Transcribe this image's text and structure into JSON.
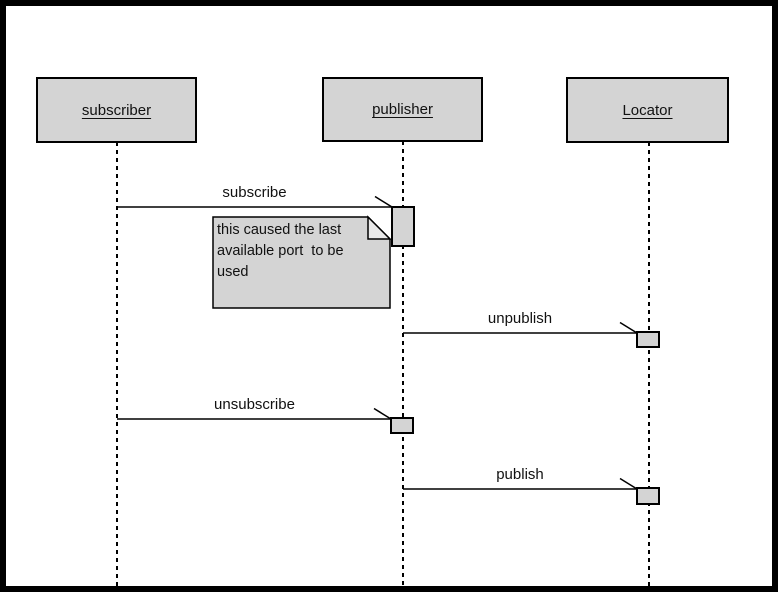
{
  "diagram": {
    "type": "uml-sequence-diagram",
    "colors": {
      "background": "#ffffff",
      "shape_fill": "#d4d4d4",
      "stroke": "#000000",
      "frame_border": "#000000"
    },
    "lifelines": [
      {
        "name": "subscriber"
      },
      {
        "name": "publisher"
      },
      {
        "name": "Locator"
      }
    ],
    "messages": [
      {
        "label": "subscribe",
        "from": "subscriber",
        "to": "publisher"
      },
      {
        "label": "unpublish",
        "from": "publisher",
        "to": "Locator"
      },
      {
        "label": "unsubscribe",
        "from": "subscriber",
        "to": "publisher"
      },
      {
        "label": "publish",
        "from": "publisher",
        "to": "Locator"
      }
    ],
    "note": {
      "text": "this caused the last\navailable port  to be\nused",
      "attached_to": "subscribe"
    }
  }
}
